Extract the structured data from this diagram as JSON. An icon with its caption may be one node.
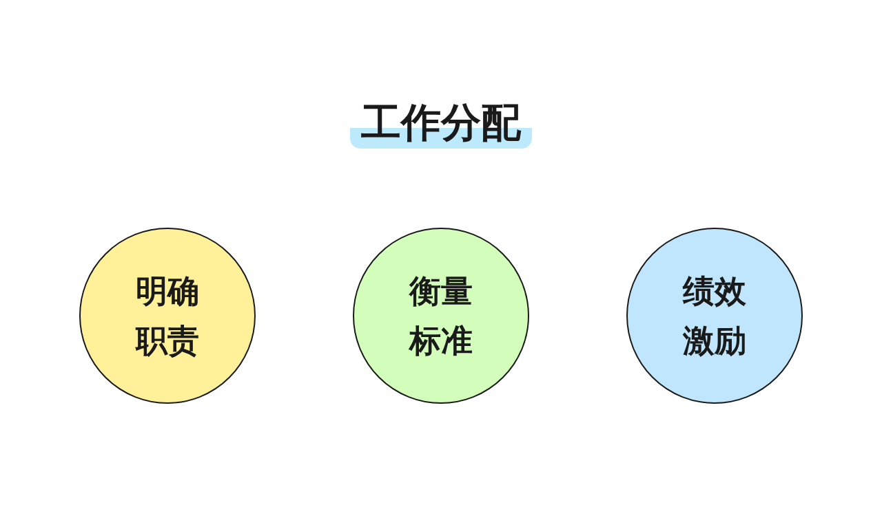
{
  "diagram": {
    "title": "工作分配",
    "nodes": [
      {
        "text": [
          "明确职责"
        ]
      },
      {
        "text": [
          "衡量标准"
        ]
      },
      {
        "text": [
          "绩效激励"
        ]
      }
    ],
    "edges": []
  }
}
